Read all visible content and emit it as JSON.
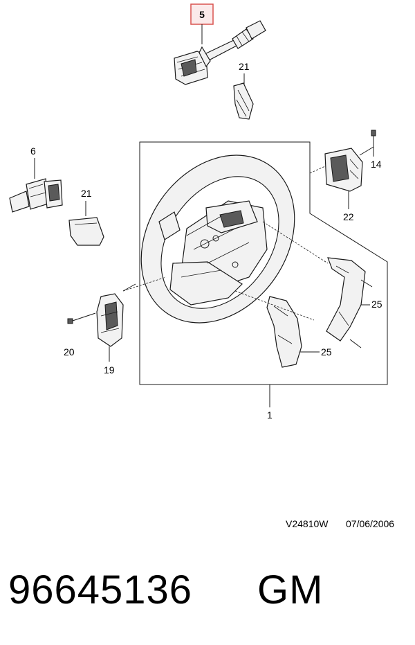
{
  "callouts": {
    "highlighted": "5",
    "c21_top": "21",
    "c6": "6",
    "c21_left": "21",
    "c14": "14",
    "c22": "22",
    "c25_upper": "25",
    "c25_lower": "25",
    "c20": "20",
    "c19": "19",
    "c1": "1"
  },
  "footer": {
    "drawing_code": "V24810W",
    "drawing_date": "07/06/2006"
  },
  "part": {
    "number": "96645136",
    "brand": "GM"
  },
  "colors": {
    "highlight_border": "#d9534f",
    "highlight_fill": "#fbeaea",
    "line": "#1a1a1a"
  }
}
